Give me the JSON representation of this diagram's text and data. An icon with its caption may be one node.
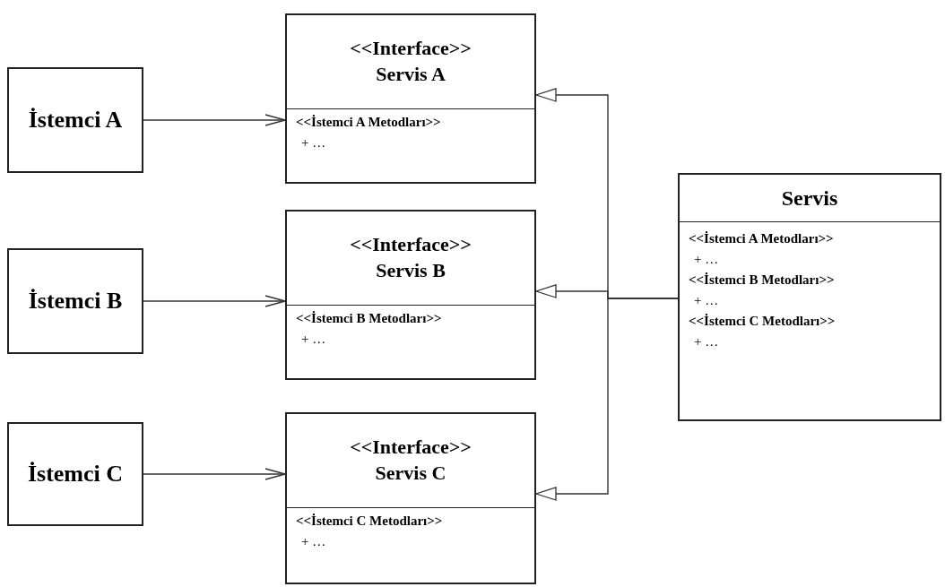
{
  "diagram": {
    "nodes": [
      {
        "text": [
          "İstemci A"
        ]
      },
      {
        "text": [
          "İstemci B"
        ]
      },
      {
        "text": [
          "İstemci C"
        ]
      },
      {
        "text": [
          "<<Interface>>",
          "Servis A",
          "<<İstemci A Metodları>>",
          "+ …"
        ]
      },
      {
        "text": [
          "<<Interface>>",
          "Servis B",
          "<<İstemci B Metodları>>",
          "+ …"
        ]
      },
      {
        "text": [
          "<<Interface>>",
          "Servis C",
          "<<İstemci C Metodları>>",
          "+ …"
        ]
      },
      {
        "text": [
          "Servis",
          "<<İstemci A Metodları>>",
          "+ …",
          "<<İstemci B Metodları>>",
          "+ …",
          "<<İstemci C Metodları>>",
          "+ …"
        ]
      }
    ],
    "edges": [
      {
        "from": 0,
        "to": 3,
        "arrow": "to"
      },
      {
        "from": 1,
        "to": 4,
        "arrow": "to"
      },
      {
        "from": 2,
        "to": 5,
        "arrow": "to"
      },
      {
        "from": 6,
        "to": 3,
        "arrow": "to"
      },
      {
        "from": 6,
        "to": 4,
        "arrow": "to"
      },
      {
        "from": 6,
        "to": 5,
        "arrow": "to"
      }
    ]
  }
}
